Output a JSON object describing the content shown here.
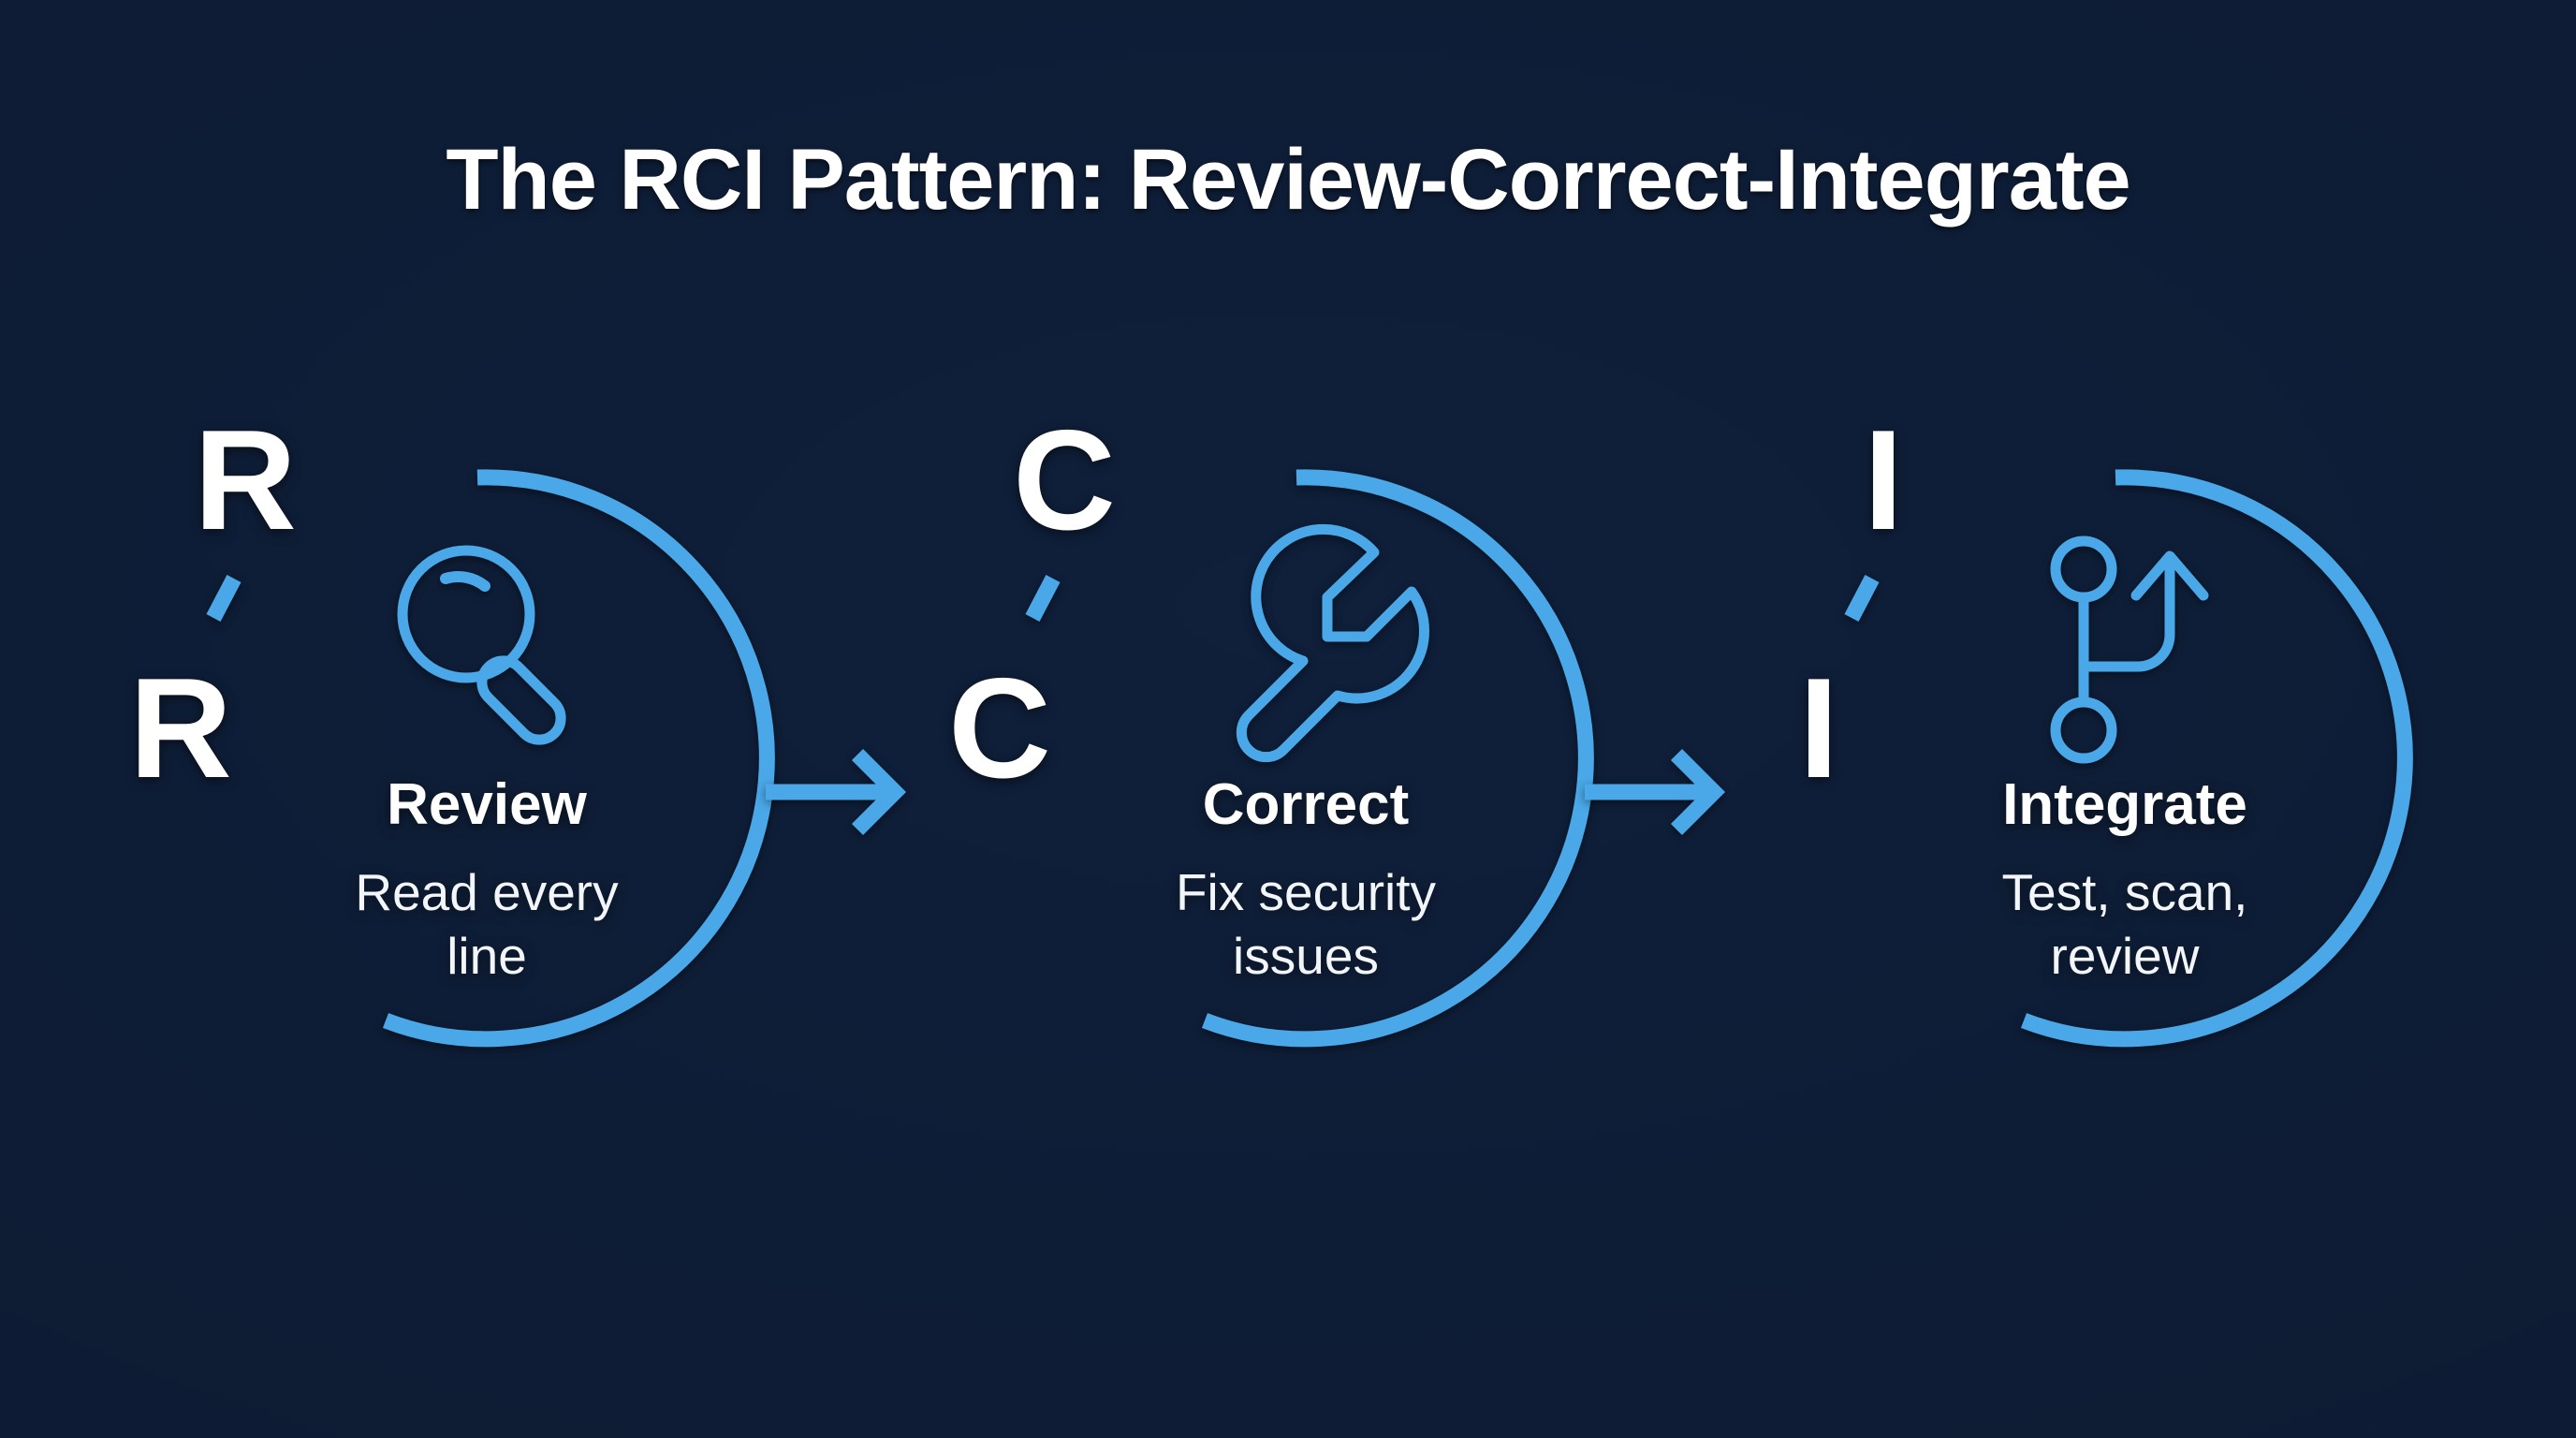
{
  "page": {
    "title": "The RCI Pattern: Review-Correct-Integrate",
    "background_color": "#0d1b33",
    "accent_color": "#4aa8e8",
    "text_color": "#ffffff"
  },
  "diagram": {
    "type": "process-flow",
    "orientation": "horizontal",
    "step_count": 3,
    "steps": [
      {
        "letter": "R",
        "title": "Review",
        "subtitle_line1": "Read every",
        "subtitle_line2": "line",
        "subtitle": "Read every line",
        "icon": "magnifier-icon"
      },
      {
        "letter": "C",
        "title": "Correct",
        "subtitle_line1": "Fix security",
        "subtitle_line2": "issues",
        "subtitle": "Fix security issues",
        "icon": "wrench-icon"
      },
      {
        "letter": "I",
        "title": "Integrate",
        "subtitle_line1": "Test, scan,",
        "subtitle_line2": "review",
        "subtitle": "Test, scan, review",
        "icon": "git-branch-icon"
      }
    ],
    "connectors": [
      {
        "from": "R",
        "to": "C",
        "icon": "arrow-right-icon"
      },
      {
        "from": "C",
        "to": "I",
        "icon": "arrow-right-icon"
      }
    ]
  }
}
